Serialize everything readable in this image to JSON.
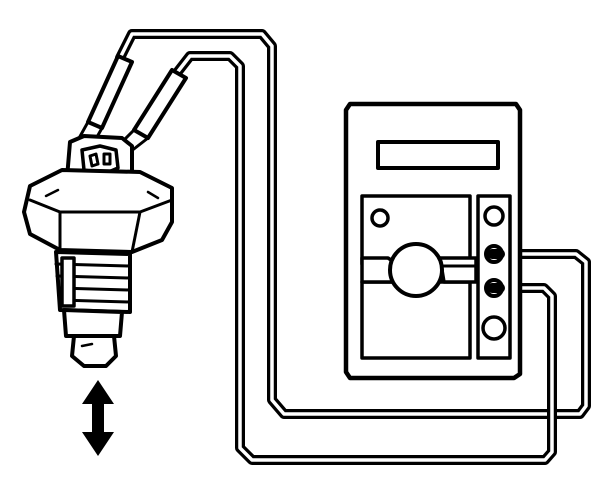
{
  "figure": {
    "kind": "wiring-test-illustration",
    "components": [
      "pressure-switch",
      "test-leads",
      "multimeter",
      "actuation-arrow"
    ]
  },
  "colors": {
    "ink": "#000000",
    "paper": "#ffffff"
  },
  "icons": {
    "motion": "double-headed-arrow-icon"
  }
}
